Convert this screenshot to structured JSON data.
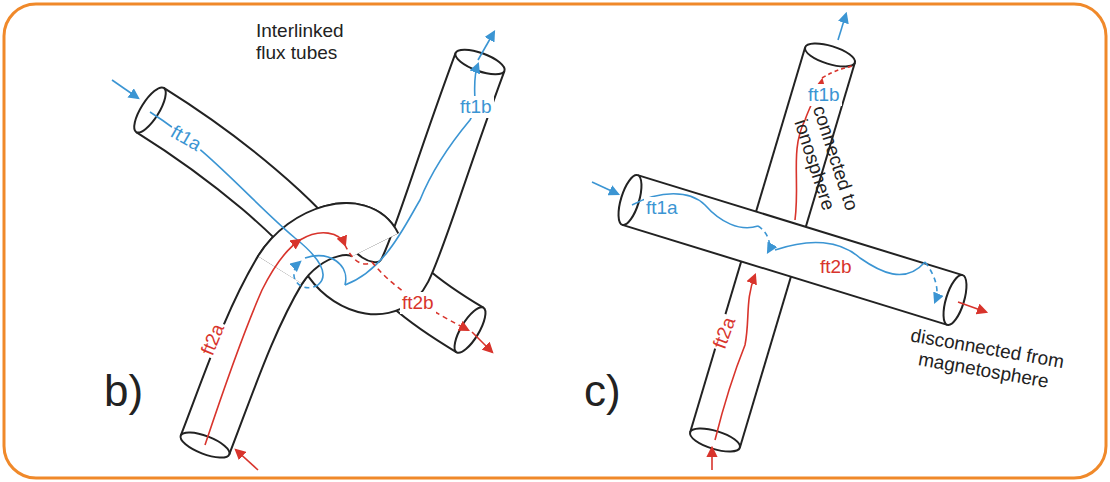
{
  "diagram": {
    "labels": [
      "Interlinked flux tubes",
      "ft1a",
      "ft1b",
      "ft2a",
      "ft2b",
      "b)",
      "ft1a",
      "ft1b",
      "ft2a",
      "ft2b",
      "c)",
      "connected to ionosphere",
      "disconnected from magnetosphere"
    ]
  }
}
